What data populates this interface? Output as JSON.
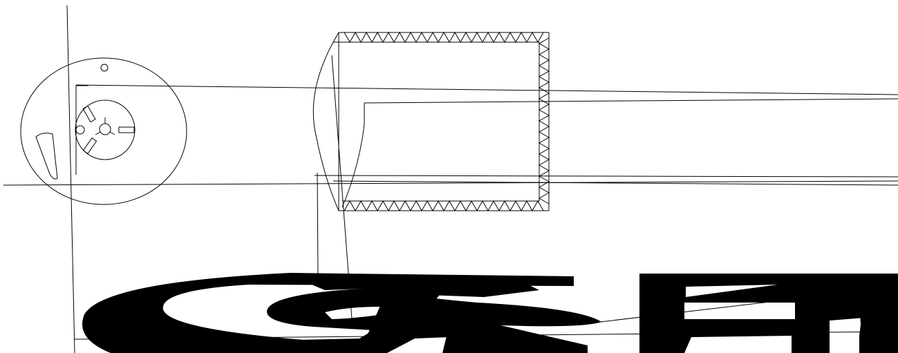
{
  "drawing": {
    "stroke_color": "#000000",
    "fill_color": "#000000",
    "background": "#ffffff",
    "parts": [
      "reel",
      "hatched-box",
      "glyph-ampersand",
      "glyph-block"
    ]
  }
}
